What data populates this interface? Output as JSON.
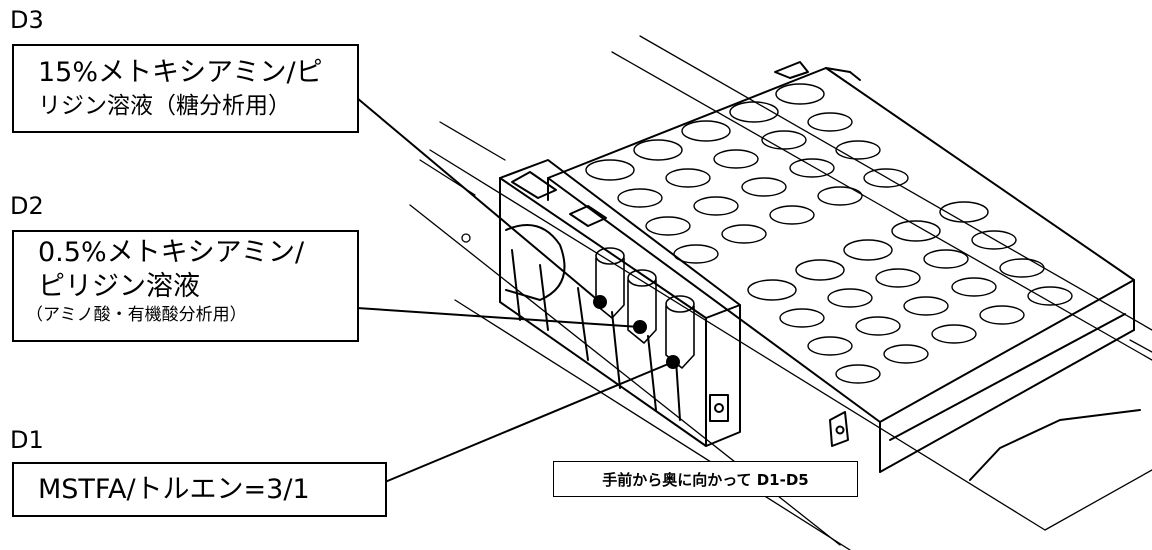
{
  "labels": {
    "d3": {
      "id": "D3",
      "line1": "15%メトキシアミン/ピ",
      "line2": "リジン溶液（糖分析用）"
    },
    "d2": {
      "id": "D2",
      "line1": "0.5%メトキシアミン/",
      "line2": "ピリジン溶液",
      "line3": "（アミノ酸・有機酸分析用）"
    },
    "d1": {
      "id": "D1",
      "line1": "MSTFA/トルエン=3/1"
    }
  },
  "note": "手前から奥に向かって D1-D5"
}
